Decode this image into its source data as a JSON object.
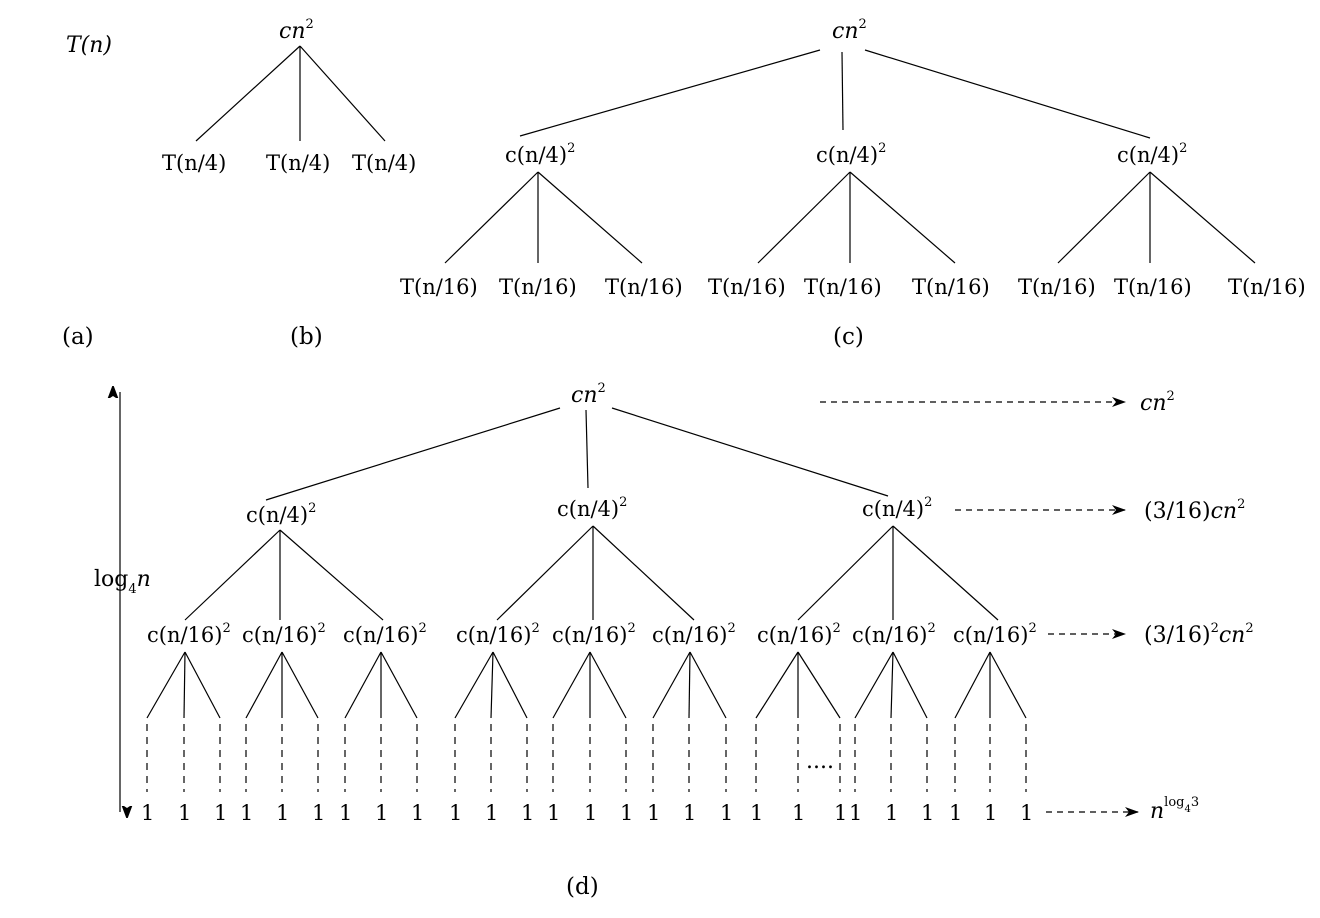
{
  "panels": {
    "a": "(a)",
    "b": "(b)",
    "c": "(c)",
    "d": "(d)"
  },
  "panel_a": {
    "root": "T(n)"
  },
  "panel_b": {
    "root": "cn2",
    "children": [
      "T(n/4)",
      "T(n/4)",
      "T(n/4)"
    ]
  },
  "panel_c": {
    "root": "cn2",
    "level1": [
      "c(n/4)2",
      "c(n/4)2",
      "c(n/4)2"
    ],
    "level2": [
      "T(n/16)",
      "T(n/16)",
      "T(n/16)",
      "T(n/16)",
      "T(n/16)",
      "T(n/16)",
      "T(n/16)",
      "T(n/16)",
      "T(n/16)"
    ]
  },
  "panel_d": {
    "root": "cn2",
    "level1": [
      "c(n/4)2",
      "c(n/4)2",
      "c(n/4)2"
    ],
    "level2": [
      "c(n/16)2",
      "c(n/16)2",
      "c(n/16)2",
      "c(n/16)2",
      "c(n/16)2",
      "c(n/16)2",
      "c(n/16)2",
      "c(n/16)2",
      "c(n/16)2"
    ],
    "leaf_value": "1",
    "leaf_count": 27,
    "ellipsis": "....",
    "height_label": "log4n",
    "level_costs": [
      "cn2",
      "(3/16)cn2",
      "(3/16)2cn2",
      "nlog43"
    ]
  }
}
